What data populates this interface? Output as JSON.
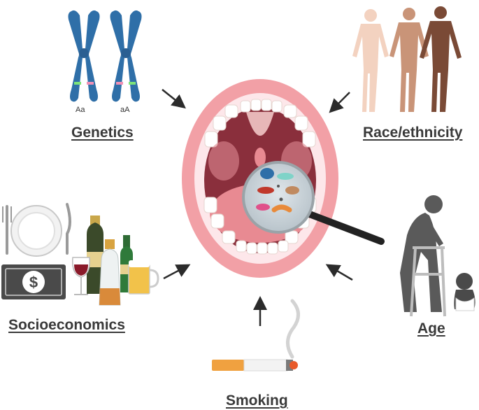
{
  "factors": {
    "genetics": "Genetics",
    "race": "Race/ethnicity",
    "socioeconomics": "Socioeconomics",
    "age": "Age",
    "smoking": "Smoking"
  },
  "chromosome_labels": [
    "Aa",
    "aA"
  ],
  "icons": {
    "currency_symbol": "$"
  },
  "colors": {
    "arrow": "#2b2b2b",
    "chromosome": "#2f6fa8",
    "lips": "#f2a0a6",
    "mouth_inner": "#8a2f3c",
    "tongue": "#e88a92",
    "money": "#4a4a4a",
    "silhouette": "#5a5a5a"
  }
}
